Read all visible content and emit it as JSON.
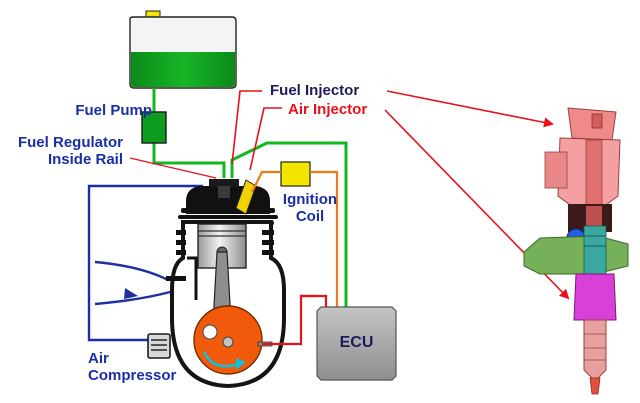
{
  "labels": {
    "fuel_pump": "Fuel Pump",
    "fuel_regulator_line1": "Fuel Regulator",
    "fuel_regulator_line2": "Inside Rail",
    "fuel_injector": "Fuel Injector",
    "air_injector": "Air Injector",
    "ignition_coil_line1": "Ignition",
    "ignition_coil_line2": "Coil",
    "ecu": "ECU",
    "air_compressor_line1": "Air",
    "air_compressor_line2": "Compressor"
  },
  "colors": {
    "fuel_line": "#11b81f",
    "air_line": "#1d2fa3",
    "signal_line": "#e8101a",
    "ignition_wire": "#f07a1a",
    "fuel_tank_fill": "#0e9c1e",
    "crank_disc": "#f05a0a",
    "ecu_box": "#a9a9a9"
  }
}
